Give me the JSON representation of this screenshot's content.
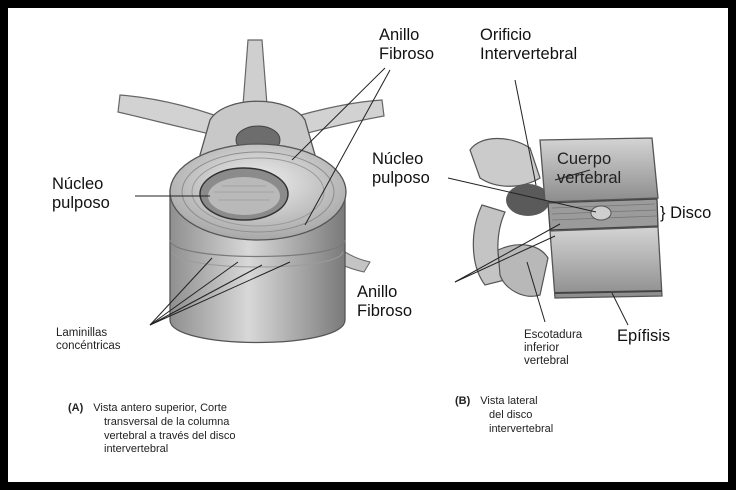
{
  "figure": {
    "a": {
      "anillo_line1": "Anillo",
      "anillo_line2": "Fibroso",
      "nucleo_line1": "Núcleo",
      "nucleo_line2": "pulposo",
      "laminillas_line1": "Laminillas",
      "laminillas_line2": "concéntricas",
      "caption_letter": "(A)",
      "caption_lines": [
        "Vista antero superior, Corte",
        "transversal de la columna",
        "vertebral a través del disco",
        "intervertebral"
      ]
    },
    "b": {
      "orificio_line1": "Orificio",
      "orificio_line2": "Intervertebral",
      "nucleo_line1": "Núcleo",
      "nucleo_line2": "pulposo",
      "cuerpo_line1": "Cuerpo",
      "cuerpo_line2": "vertebral",
      "disco": "} Disco",
      "anillo_line1": "Anillo",
      "anillo_line2": "Fibroso",
      "escotadura_lines": [
        "Escotadura",
        "inferior",
        "vertebral"
      ],
      "epifisis": "Epífisis",
      "caption_letter": "(B)",
      "caption_lines": [
        "Vista lateral",
        "del disco",
        "intervertebral"
      ]
    },
    "colors": {
      "bone": "#d9d9d9",
      "shadow": "#9a9a9a",
      "dark": "#555555",
      "ink": "#111111"
    }
  }
}
